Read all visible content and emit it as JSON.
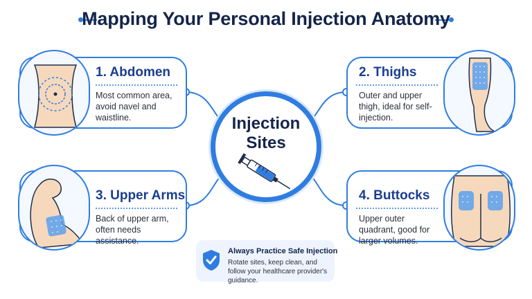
{
  "title": "Mapping Your Personal Injection Anatomy",
  "center": {
    "line1": "Injection",
    "line2": "Sites",
    "icon": "syringe-icon"
  },
  "sites": [
    {
      "heading": "1. Abdomen",
      "body": "Most common area, avoid navel and waistline.",
      "icon": "abdomen-illustration"
    },
    {
      "heading": "2. Thighs",
      "body": "Outer and upper thigh, ideal for self-injection.",
      "icon": "thigh-illustration"
    },
    {
      "heading": "3. Upper Arms",
      "body": "Back of upper arm, often needs assistance.",
      "icon": "upper-arm-illustration"
    },
    {
      "heading": "4. Buttocks",
      "body": "Upper outer quadrant, good for larger volumes.",
      "icon": "buttocks-illustration"
    }
  ],
  "safety": {
    "title": "Always Practice Safe Injection",
    "body": "Rotate sites, keep clean, and follow your healthcare provider's guidance.",
    "icon": "shield-check-icon"
  },
  "colors": {
    "accent": "#2f7de1",
    "title": "#14244a",
    "heading": "#1b3d8f",
    "highlight": "#5aa0ee"
  }
}
